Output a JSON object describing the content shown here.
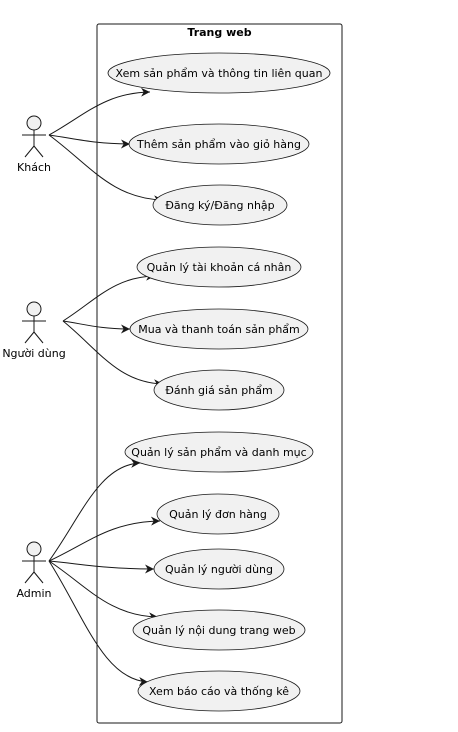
{
  "system": {
    "title": "Trang web"
  },
  "actors": [
    {
      "id": "khach",
      "label": "Khách"
    },
    {
      "id": "nguoi-dung",
      "label": "Người dùng"
    },
    {
      "id": "admin",
      "label": "Admin"
    }
  ],
  "use_cases": [
    {
      "id": "uc1",
      "label": "Xem sản phẩm và thông tin liên quan"
    },
    {
      "id": "uc2",
      "label": "Thêm sản phẩm vào giỏ hàng"
    },
    {
      "id": "uc3",
      "label": "Đăng ký/Đăng nhập"
    },
    {
      "id": "uc4",
      "label": "Quản lý tài khoản cá nhân"
    },
    {
      "id": "uc5",
      "label": "Mua và thanh toán sản phẩm"
    },
    {
      "id": "uc6",
      "label": "Đánh giá sản phẩm"
    },
    {
      "id": "uc7",
      "label": "Quản lý sản phẩm và danh mục"
    },
    {
      "id": "uc8",
      "label": "Quản lý đơn hàng"
    },
    {
      "id": "uc9",
      "label": "Quản lý người dùng"
    },
    {
      "id": "uc10",
      "label": "Quản lý nội dung trang web"
    },
    {
      "id": "uc11",
      "label": "Xem báo cáo và thống kê"
    }
  ],
  "associations": [
    {
      "from": "khach",
      "to": "uc1"
    },
    {
      "from": "khach",
      "to": "uc2"
    },
    {
      "from": "khach",
      "to": "uc3"
    },
    {
      "from": "nguoi-dung",
      "to": "uc4"
    },
    {
      "from": "nguoi-dung",
      "to": "uc5"
    },
    {
      "from": "nguoi-dung",
      "to": "uc6"
    },
    {
      "from": "admin",
      "to": "uc7"
    },
    {
      "from": "admin",
      "to": "uc8"
    },
    {
      "from": "admin",
      "to": "uc9"
    },
    {
      "from": "admin",
      "to": "uc10"
    },
    {
      "from": "admin",
      "to": "uc11"
    }
  ]
}
